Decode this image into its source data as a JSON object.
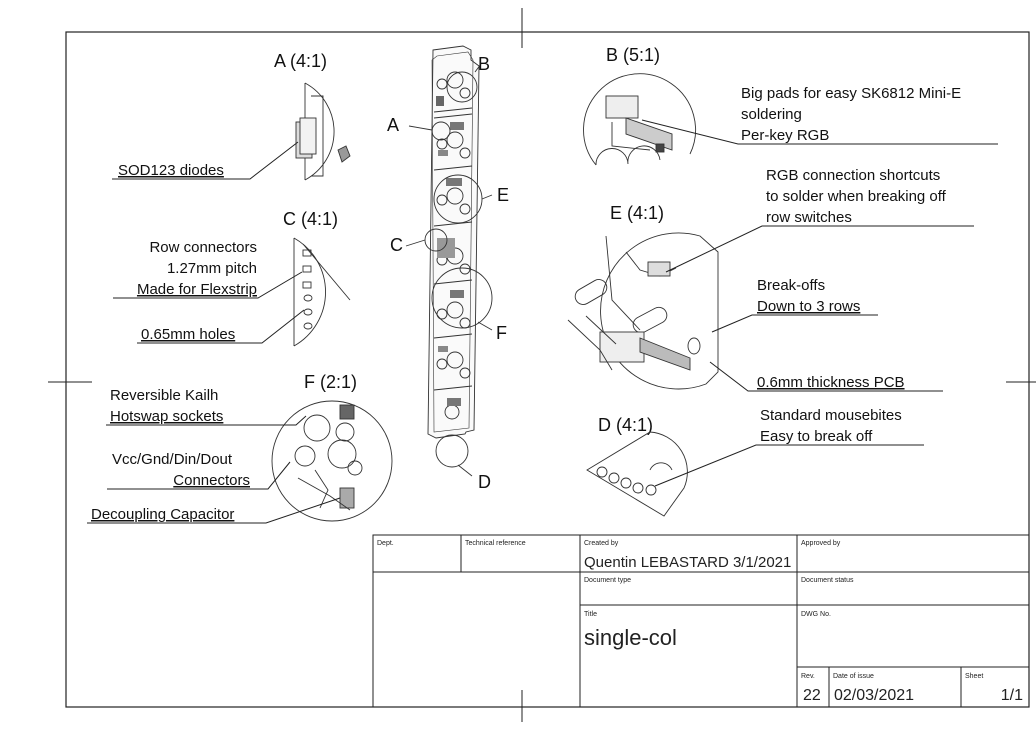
{
  "details": {
    "A": {
      "title": "A (4:1)",
      "marker": "A"
    },
    "B": {
      "title": "B (5:1)",
      "marker": "B"
    },
    "C": {
      "title": "C (4:1)",
      "marker": "C"
    },
    "D": {
      "title": "D (4:1)",
      "marker": "D"
    },
    "E": {
      "title": "E (4:1)",
      "marker": "E"
    },
    "F": {
      "title": "F (2:1)",
      "marker": "F"
    }
  },
  "notes": {
    "sod123": "SOD123 diodes",
    "row_conn_1": "Row connectors",
    "row_conn_2": "1.27mm pitch",
    "row_conn_3": "Made for Flexstrip",
    "holes": "0.65mm holes",
    "kailh_1": "Reversible Kailh",
    "kailh_2": "Hotswap sockets",
    "vcc_1": "Vcc/Gnd/Din/Dout",
    "vcc_2": "Connectors",
    "decoupling": "Decoupling Capacitor",
    "bigpads_1": "Big pads for easy SK6812 Mini-E",
    "bigpads_2": "soldering",
    "bigpads_3": "Per-key RGB",
    "rgb_1": "RGB connection shortcuts",
    "rgb_2": "to solder when breaking off",
    "rgb_3": "row switches",
    "breakoffs_1": "Break-offs",
    "breakoffs_2": "Down to 3 rows",
    "thickness": "0.6mm thickness PCB",
    "mousebites_1": "Standard mousebites",
    "mousebites_2": "Easy to break off"
  },
  "title_block": {
    "dept_label": "Dept.",
    "techref_label": "Technical reference",
    "created_label": "Created by",
    "created_value": "Quentin LEBASTARD 3/1/2021",
    "approved_label": "Approved by",
    "doctype_label": "Document type",
    "docstatus_label": "Document status",
    "title_label": "Title",
    "title_value": "single-col",
    "dwg_label": "DWG No.",
    "rev_label": "Rev.",
    "rev_value": "22",
    "date_label": "Date of issue",
    "date_value": "02/03/2021",
    "sheet_label": "Sheet",
    "sheet_value": "1/1"
  }
}
